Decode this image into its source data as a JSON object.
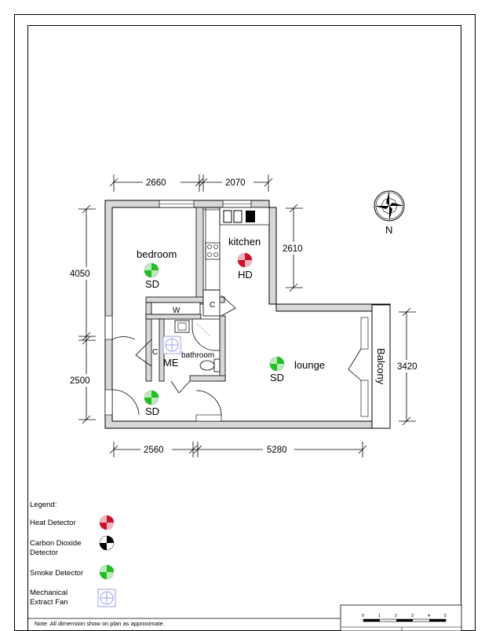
{
  "rooms": {
    "bedroom": "bedroom",
    "kitchen": "kitchen",
    "bathroom": "bathroom",
    "lounge": "lounge",
    "balcony": "Balcony",
    "wardrobe": "W",
    "cupboard_1": "C",
    "cupboard_2": "C"
  },
  "detectors": {
    "bedroom_sd": "SD",
    "hall_sd": "SD",
    "lounge_sd": "SD",
    "kitchen_hd": "HD",
    "bathroom_me": "ME"
  },
  "dimensions": {
    "top_left": "2660",
    "top_right": "2070",
    "bottom_left": "2560",
    "bottom_right": "5280",
    "left_upper": "4050",
    "left_lower": "2500",
    "right_kitchen": "2610",
    "right_lounge": "3420"
  },
  "compass": {
    "label": "N"
  },
  "legend": {
    "title": "Legend:",
    "items": [
      {
        "label": "Heat Detector",
        "icon": "heat-detector-icon",
        "color": "#d0102a"
      },
      {
        "label": "Carbon Dioxide Detector",
        "icon": "carbon-dioxide-detector-icon",
        "color": "#000000"
      },
      {
        "label": "Smoke Detector",
        "icon": "smoke-detector-icon",
        "color": "#1fc01f"
      },
      {
        "label": "Mechanical Extract Fan",
        "icon": "mechanical-extract-fan-icon",
        "color": "#8888dd"
      }
    ]
  },
  "note": "Note: All dimension show on plan as approximate.",
  "scale_bar": {
    "ticks": [
      "0",
      "1",
      "2",
      "3",
      "4",
      "5"
    ]
  }
}
